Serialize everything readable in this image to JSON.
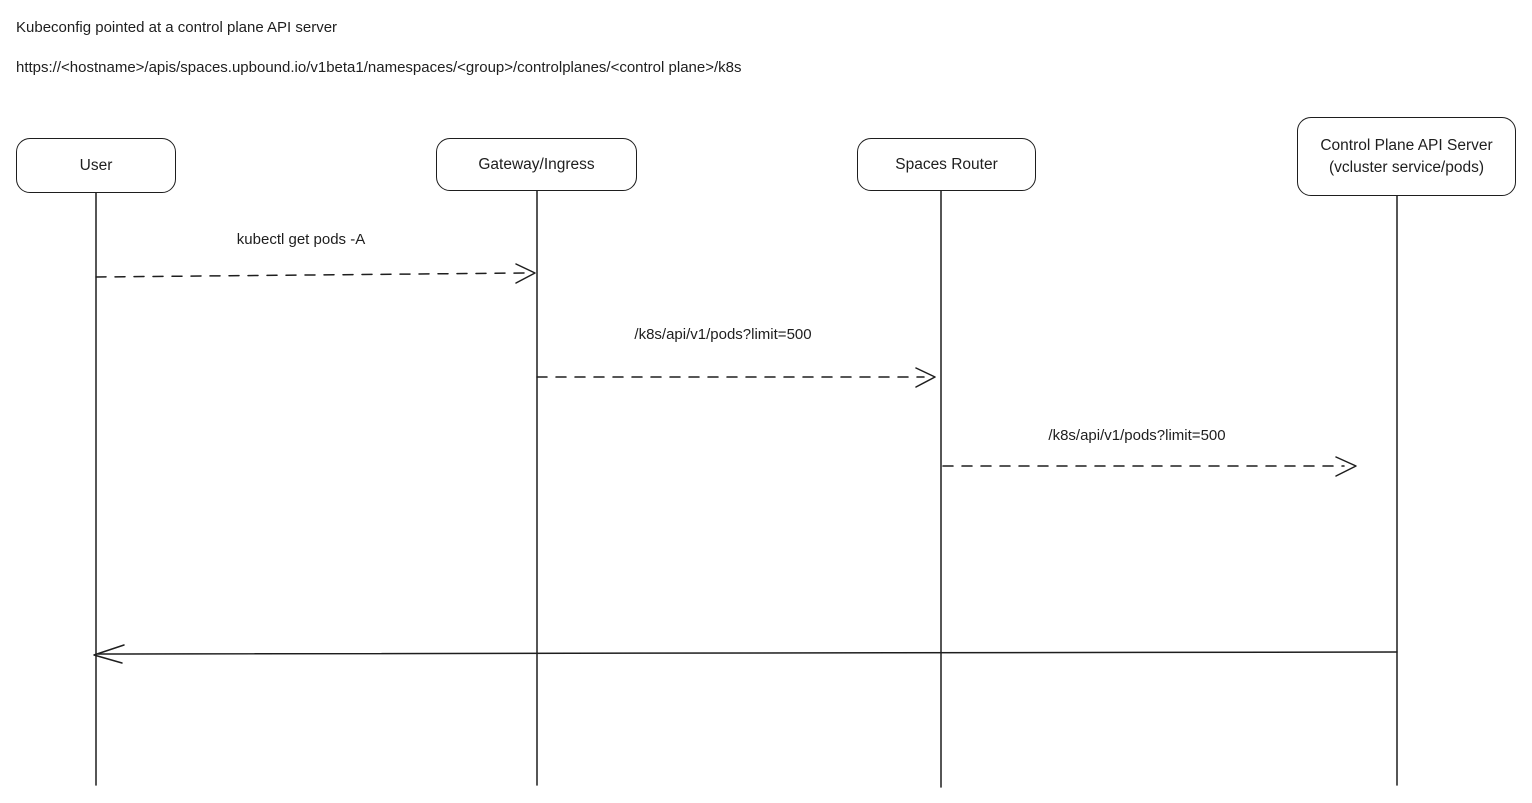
{
  "header": {
    "title": "Kubeconfig pointed at a control plane API server",
    "url": "https://<hostname>/apis/spaces.upbound.io/v1beta1/namespaces/<group>/controlplanes/<control plane>/k8s"
  },
  "diagram": {
    "type": "sequence-diagram",
    "stroke_color": "#1e1e1e",
    "background_color": "#ffffff",
    "actors": [
      {
        "label": "User"
      },
      {
        "label": "Gateway/Ingress"
      },
      {
        "label": "Spaces Router"
      },
      {
        "label": "Control Plane API Server",
        "sublabel": "(vcluster service/pods)"
      }
    ],
    "messages": [
      {
        "from": "User",
        "to": "Gateway/Ingress",
        "label": "kubectl get pods -A",
        "line_style": "dashed"
      },
      {
        "from": "Gateway/Ingress",
        "to": "Spaces Router",
        "label": "/k8s/api/v1/pods?limit=500",
        "line_style": "dashed"
      },
      {
        "from": "Spaces Router",
        "to": "Control Plane API Server",
        "label": "/k8s/api/v1/pods?limit=500",
        "line_style": "dashed"
      },
      {
        "from": "Control Plane API Server",
        "to": "User",
        "label": "",
        "line_style": "solid"
      }
    ]
  }
}
